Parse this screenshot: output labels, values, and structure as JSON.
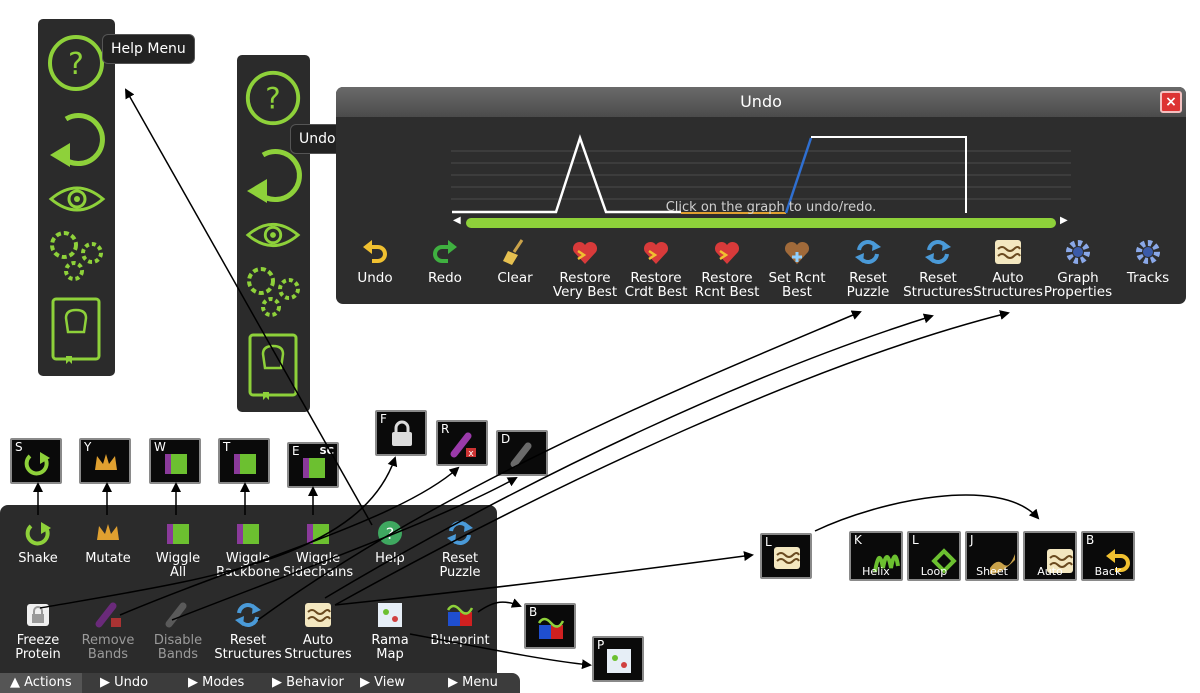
{
  "tooltips": {
    "help": "Help Menu",
    "undo": "Undo Menu"
  },
  "undo_window": {
    "title": "Undo",
    "close_label": "×",
    "graph_hint": "Click on the graph to undo/redo.",
    "buttons": [
      {
        "label": "Undo",
        "icon": "undo-arrow-icon"
      },
      {
        "label": "Redo",
        "icon": "redo-arrow-icon"
      },
      {
        "label": "Clear",
        "icon": "broom-icon"
      },
      {
        "label": "Restore\nVery Best",
        "icon": "heart-icon"
      },
      {
        "label": "Restore\nCrdt Best",
        "icon": "heart-icon"
      },
      {
        "label": "Restore\nRcnt Best",
        "icon": "heart-icon"
      },
      {
        "label": "Set Rcnt\nBest",
        "icon": "heart-plus-icon"
      },
      {
        "label": "Reset\nPuzzle",
        "icon": "refresh-icon"
      },
      {
        "label": "Reset\nStructures",
        "icon": "refresh-icon"
      },
      {
        "label": "Auto\nStructures",
        "icon": "wave-icon"
      },
      {
        "label": "Graph\nProperties",
        "icon": "gear-icon"
      },
      {
        "label": "Tracks",
        "icon": "gear-icon"
      }
    ]
  },
  "actions_panel": {
    "row1": [
      {
        "label": "Shake",
        "icon": "shake-icon",
        "dim": false
      },
      {
        "label": "Mutate",
        "icon": "crown-icon",
        "dim": false
      },
      {
        "label": "Wiggle\nAll",
        "icon": "wiggle-flag-icon",
        "dim": false
      },
      {
        "label": "Wiggle\nBackbone",
        "icon": "wiggle-flag-icon",
        "dim": false
      },
      {
        "label": "Wiggle\nSidechains",
        "icon": "wiggle-flag-icon",
        "dim": false
      },
      {
        "label": "Help",
        "icon": "help-globe-icon",
        "dim": false
      },
      {
        "label": "Reset\nPuzzle",
        "icon": "refresh-icon",
        "dim": false
      }
    ],
    "row2": [
      {
        "label": "Freeze\nProtein",
        "icon": "lock-icon",
        "dim": false
      },
      {
        "label": "Remove\nBands",
        "icon": "remove-bands-icon",
        "dim": true
      },
      {
        "label": "Disable\nBands",
        "icon": "disable-bands-icon",
        "dim": true
      },
      {
        "label": "Reset\nStructures",
        "icon": "refresh-icon",
        "dim": false
      },
      {
        "label": "Auto\nStructures",
        "icon": "wave-icon",
        "dim": false
      },
      {
        "label": "Rama\nMap",
        "icon": "rama-map-icon",
        "dim": false
      },
      {
        "label": "Blueprint",
        "icon": "blueprint-icon",
        "dim": false
      }
    ]
  },
  "menubar": [
    {
      "label": "▲ Actions",
      "active": true
    },
    {
      "label": "▶ Undo",
      "active": false
    },
    {
      "label": "▶ Modes",
      "active": false
    },
    {
      "label": "▶ Behavior",
      "active": false
    },
    {
      "label": "▶ View",
      "active": false
    },
    {
      "label": "▶ Menu",
      "active": false
    }
  ],
  "hotkeys": {
    "S": "S",
    "Y": "Y",
    "W": "W",
    "T": "T",
    "E": "E",
    "E_badge": "SC",
    "F": "F",
    "R": "R",
    "D": "D",
    "L": "L",
    "B": "B",
    "P": "P"
  },
  "structure_hotkeys": [
    {
      "key": "K",
      "caption": "Helix"
    },
    {
      "key": "L",
      "caption": "Loop"
    },
    {
      "key": "J",
      "caption": "Sheet"
    },
    {
      "key": "",
      "caption": "Auto"
    },
    {
      "key": "B",
      "caption": "Back"
    }
  ],
  "colors": {
    "accent_green": "#8ed13a",
    "panel_bg": "#2b2b2b",
    "undo_blue": "#2f6fd0",
    "undo_orange": "#e0a030"
  }
}
